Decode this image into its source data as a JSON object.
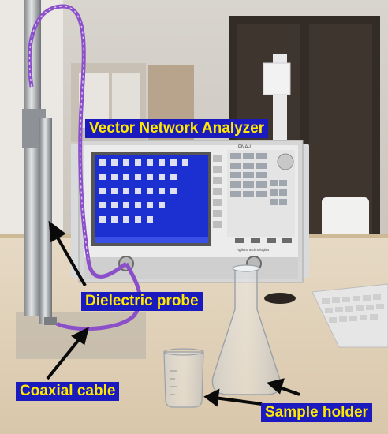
{
  "annotations": {
    "vna": "Vector Network Analyzer",
    "probe": "Dielectric probe",
    "coax": "Coaxial cable",
    "holder": "Sample holder"
  },
  "instrument": {
    "model": "PNA-L",
    "brand": "Agilent Technologies"
  },
  "colors": {
    "label_bg": "#1a1abf",
    "label_text": "#ffe800",
    "screen_blue": "#1c2fd0",
    "cable_purple": "#8a4fc9"
  }
}
